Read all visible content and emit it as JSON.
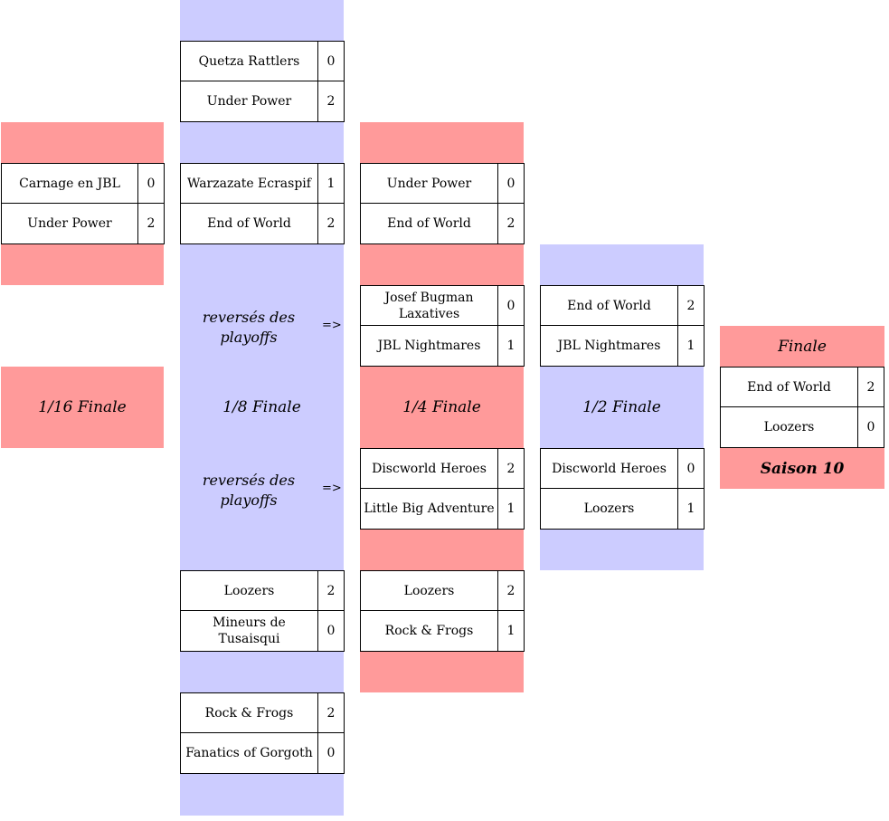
{
  "rounds": {
    "r16": "1/16 Finale",
    "r8": "1/8 Finale",
    "r4": "1/4 Finale",
    "r2": "1/2 Finale",
    "final": "Finale",
    "season": "Saison 10"
  },
  "notes": {
    "reversed_line1": "reversés des",
    "reversed_line2": "playoffs",
    "arrow": "=>"
  },
  "matches": {
    "r16_1": {
      "t1": "Carnage en JBL",
      "s1": "0",
      "t2": "Under Power",
      "s2": "2"
    },
    "r8_1": {
      "t1": "Quetza Rattlers",
      "s1": "0",
      "t2": "Under Power",
      "s2": "2"
    },
    "r8_2": {
      "t1": "Warzazate Ecraspif",
      "s1": "1",
      "t2": "End of World",
      "s2": "2"
    },
    "r8_3": {
      "t1": "Loozers",
      "s1": "2",
      "t2": "Mineurs de Tusaisqui",
      "s2": "0"
    },
    "r8_4": {
      "t1": "Rock & Frogs",
      "s1": "2",
      "t2": "Fanatics of Gorgoth",
      "s2": "0"
    },
    "r4_1": {
      "t1": "Under Power",
      "s1": "0",
      "t2": "End of World",
      "s2": "2"
    },
    "r4_2": {
      "t1": "Josef Bugman Laxatives",
      "s1": "0",
      "t2": "JBL Nightmares",
      "s2": "1"
    },
    "r4_3": {
      "t1": "Discworld Heroes",
      "s1": "2",
      "t2": "Little Big Adventure",
      "s2": "1"
    },
    "r4_4": {
      "t1": "Loozers",
      "s1": "2",
      "t2": "Rock & Frogs",
      "s2": "1"
    },
    "r2_1": {
      "t1": "End of World",
      "s1": "2",
      "t2": "JBL Nightmares",
      "s2": "1"
    },
    "r2_2": {
      "t1": "Discworld Heroes",
      "s1": "0",
      "t2": "Loozers",
      "s2": "1"
    },
    "final": {
      "t1": "End of World",
      "s1": "2",
      "t2": "Loozers",
      "s2": "0"
    }
  }
}
